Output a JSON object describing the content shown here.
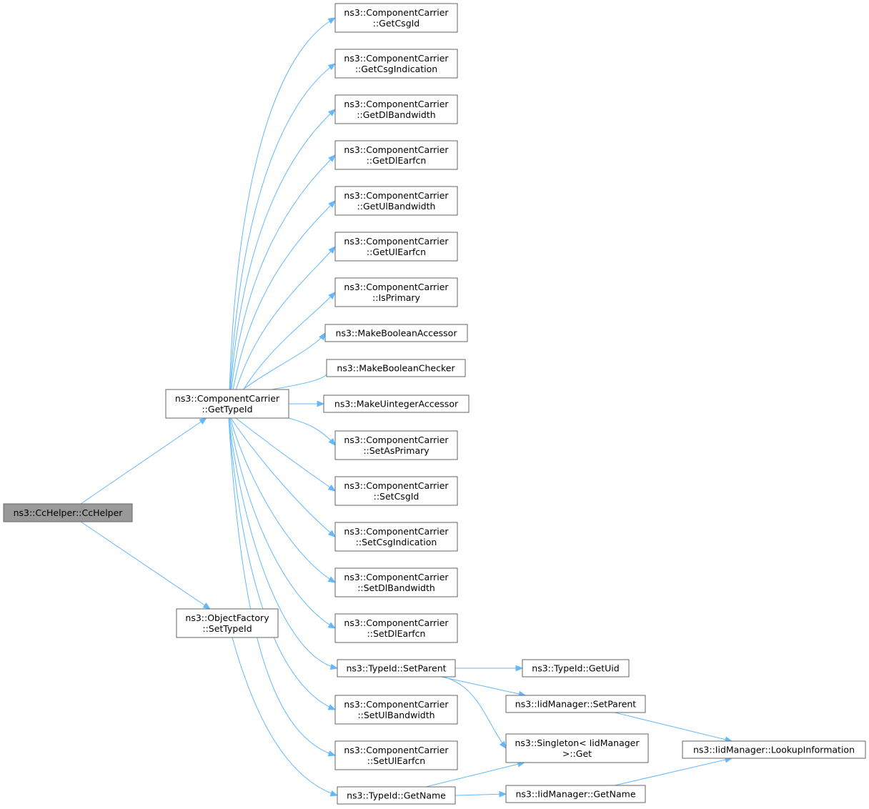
{
  "colors": {
    "edge": "#63b8ff",
    "node_border": "#666666",
    "root_fill": "#999999",
    "node_fill": "#ffffff"
  },
  "nodes": [
    {
      "id": "root",
      "lines": [
        "ns3::CcHelper::CcHelper"
      ],
      "root": true
    },
    {
      "id": "cc_gettypeid",
      "lines": [
        "ns3::ComponentCarrier",
        "::GetTypeId"
      ]
    },
    {
      "id": "of_settypeid",
      "lines": [
        "ns3::ObjectFactory",
        "::SetTypeId"
      ]
    },
    {
      "id": "getcsgid",
      "lines": [
        "ns3::ComponentCarrier",
        "::GetCsgId"
      ]
    },
    {
      "id": "getcsgind",
      "lines": [
        "ns3::ComponentCarrier",
        "::GetCsgIndication"
      ]
    },
    {
      "id": "getdlbw",
      "lines": [
        "ns3::ComponentCarrier",
        "::GetDlBandwidth"
      ]
    },
    {
      "id": "getdlearfcn",
      "lines": [
        "ns3::ComponentCarrier",
        "::GetDlEarfcn"
      ]
    },
    {
      "id": "getulbw",
      "lines": [
        "ns3::ComponentCarrier",
        "::GetUlBandwidth"
      ]
    },
    {
      "id": "getulearfcn",
      "lines": [
        "ns3::ComponentCarrier",
        "::GetUlEarfcn"
      ]
    },
    {
      "id": "isprimary",
      "lines": [
        "ns3::ComponentCarrier",
        "::IsPrimary"
      ]
    },
    {
      "id": "mkboolacc",
      "lines": [
        "ns3::MakeBooleanAccessor"
      ]
    },
    {
      "id": "mkboolchk",
      "lines": [
        "ns3::MakeBooleanChecker"
      ]
    },
    {
      "id": "mkuintacc",
      "lines": [
        "ns3::MakeUintegerAccessor"
      ]
    },
    {
      "id": "setasprimary",
      "lines": [
        "ns3::ComponentCarrier",
        "::SetAsPrimary"
      ]
    },
    {
      "id": "setcsgid",
      "lines": [
        "ns3::ComponentCarrier",
        "::SetCsgId"
      ]
    },
    {
      "id": "setcsgind",
      "lines": [
        "ns3::ComponentCarrier",
        "::SetCsgIndication"
      ]
    },
    {
      "id": "setdlbw",
      "lines": [
        "ns3::ComponentCarrier",
        "::SetDlBandwidth"
      ]
    },
    {
      "id": "setdlearfcn",
      "lines": [
        "ns3::ComponentCarrier",
        "::SetDlEarfcn"
      ]
    },
    {
      "id": "tid_setparent",
      "lines": [
        "ns3::TypeId::SetParent"
      ]
    },
    {
      "id": "setulbw",
      "lines": [
        "ns3::ComponentCarrier",
        "::SetUlBandwidth"
      ]
    },
    {
      "id": "setulearfcn",
      "lines": [
        "ns3::ComponentCarrier",
        "::SetUlEarfcn"
      ]
    },
    {
      "id": "tid_getname",
      "lines": [
        "ns3::TypeId::GetName"
      ]
    },
    {
      "id": "tid_getuid",
      "lines": [
        "ns3::TypeId::GetUid"
      ]
    },
    {
      "id": "iid_setparent",
      "lines": [
        "ns3::IidManager::SetParent"
      ]
    },
    {
      "id": "singleton_get",
      "lines": [
        "ns3::Singleton< IidManager",
        ">::Get"
      ]
    },
    {
      "id": "iid_getname",
      "lines": [
        "ns3::IidManager::GetName"
      ]
    },
    {
      "id": "iid_lookup",
      "lines": [
        "ns3::IidManager::LookupInformation"
      ]
    }
  ],
  "edges": [
    {
      "from": "root",
      "to": "cc_gettypeid"
    },
    {
      "from": "root",
      "to": "of_settypeid"
    },
    {
      "from": "cc_gettypeid",
      "to": "getcsgid"
    },
    {
      "from": "cc_gettypeid",
      "to": "getcsgind"
    },
    {
      "from": "cc_gettypeid",
      "to": "getdlbw"
    },
    {
      "from": "cc_gettypeid",
      "to": "getdlearfcn"
    },
    {
      "from": "cc_gettypeid",
      "to": "getulbw"
    },
    {
      "from": "cc_gettypeid",
      "to": "getulearfcn"
    },
    {
      "from": "cc_gettypeid",
      "to": "isprimary"
    },
    {
      "from": "cc_gettypeid",
      "to": "mkboolacc"
    },
    {
      "from": "cc_gettypeid",
      "to": "mkboolchk"
    },
    {
      "from": "cc_gettypeid",
      "to": "mkuintacc"
    },
    {
      "from": "cc_gettypeid",
      "to": "setasprimary"
    },
    {
      "from": "cc_gettypeid",
      "to": "setcsgid"
    },
    {
      "from": "cc_gettypeid",
      "to": "setcsgind"
    },
    {
      "from": "cc_gettypeid",
      "to": "setdlbw"
    },
    {
      "from": "cc_gettypeid",
      "to": "setdlearfcn"
    },
    {
      "from": "cc_gettypeid",
      "to": "tid_setparent"
    },
    {
      "from": "cc_gettypeid",
      "to": "setulbw"
    },
    {
      "from": "cc_gettypeid",
      "to": "setulearfcn"
    },
    {
      "from": "of_settypeid",
      "to": "tid_getname"
    },
    {
      "from": "tid_setparent",
      "to": "tid_getuid"
    },
    {
      "from": "tid_setparent",
      "to": "iid_setparent"
    },
    {
      "from": "tid_setparent",
      "to": "singleton_get"
    },
    {
      "from": "tid_getname",
      "to": "singleton_get"
    },
    {
      "from": "tid_getname",
      "to": "iid_getname"
    },
    {
      "from": "iid_setparent",
      "to": "iid_lookup"
    },
    {
      "from": "iid_getname",
      "to": "iid_lookup"
    }
  ]
}
